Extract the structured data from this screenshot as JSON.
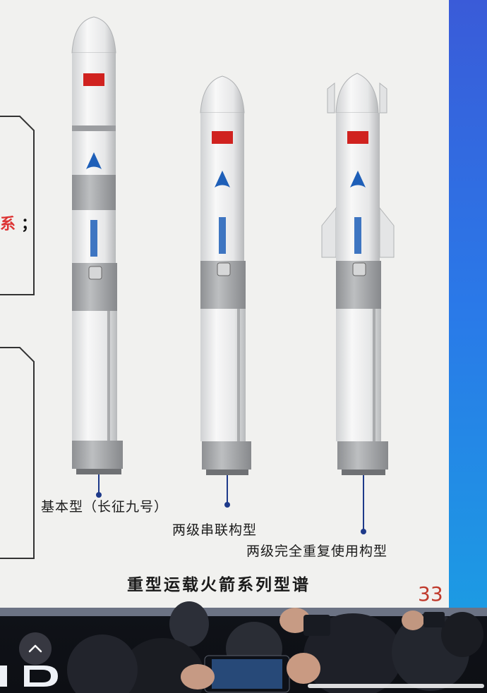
{
  "slide": {
    "side_fragment": "系",
    "side_fragment_punct": "；",
    "rocket_labels": [
      "基本型（长征九号）",
      "两级串联构型",
      "两级完全重复使用构型"
    ],
    "caption": "重型运载火箭系列型谱",
    "page_number": "33",
    "colors": {
      "slide_bg": "#f1f1ef",
      "accent_blue": "#1e5fb8",
      "flag_red": "#d0221f",
      "page_number": "#c0392b"
    }
  },
  "overlay": {
    "scroll_button_icon": "chevron-up-icon",
    "bottom_bar": "home-indicator"
  }
}
